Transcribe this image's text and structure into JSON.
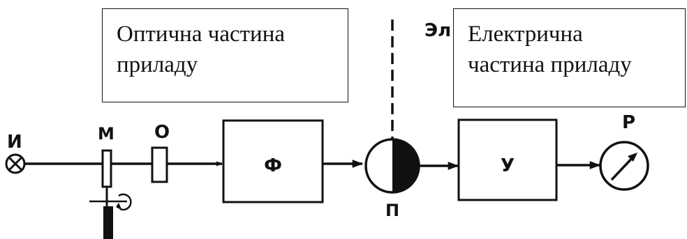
{
  "captions": {
    "optical": [
      "Оптична частина",
      "приладу"
    ],
    "electrical": [
      "Електрична",
      "частина приладу"
    ]
  },
  "labels": {
    "source": "И",
    "modulator": "М",
    "object": "О",
    "filter_marker": "О",
    "filter": "Ф",
    "photodetector": "П",
    "amplifier": "У",
    "recorder": "Р",
    "partial_heading": "Эл"
  },
  "colors": {
    "stroke": "#111111",
    "background": "#ffffff"
  }
}
